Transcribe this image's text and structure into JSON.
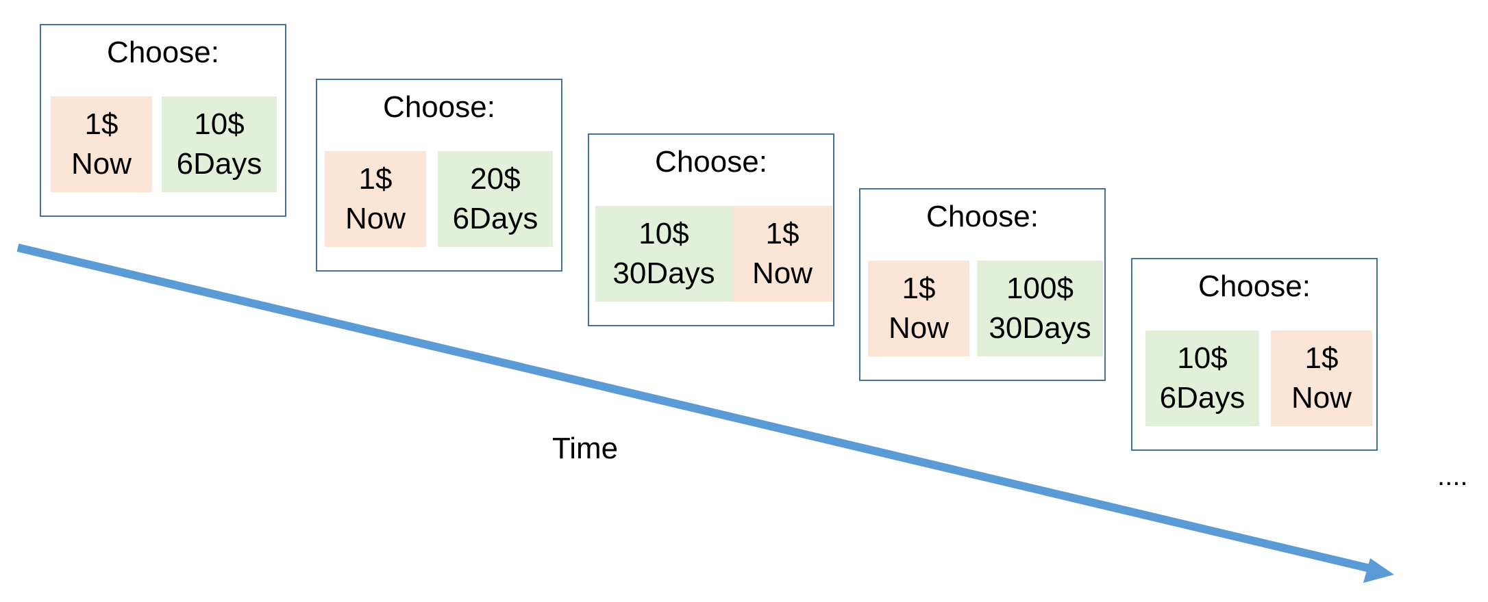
{
  "diagram": {
    "arrow_color": "#5b9bd5",
    "card_border_color": "#41719c",
    "now_option_color": "#fbe5d6",
    "later_option_color": "#e2f0d9",
    "time_label": "Time",
    "continuation": "....",
    "cards": [
      {
        "title": "Choose:",
        "options": [
          {
            "kind": "now",
            "amount": "1$",
            "delay": "Now"
          },
          {
            "kind": "later",
            "amount": "10$",
            "delay": "6Days"
          }
        ]
      },
      {
        "title": "Choose:",
        "options": [
          {
            "kind": "now",
            "amount": "1$",
            "delay": "Now"
          },
          {
            "kind": "later",
            "amount": "20$",
            "delay": "6Days"
          }
        ]
      },
      {
        "title": "Choose:",
        "options": [
          {
            "kind": "later",
            "amount": "10$",
            "delay": "30Days"
          },
          {
            "kind": "now",
            "amount": "1$",
            "delay": "Now"
          }
        ]
      },
      {
        "title": "Choose:",
        "options": [
          {
            "kind": "now",
            "amount": "1$",
            "delay": "Now"
          },
          {
            "kind": "later",
            "amount": "100$",
            "delay": "30Days"
          }
        ]
      },
      {
        "title": "Choose:",
        "options": [
          {
            "kind": "later",
            "amount": "10$",
            "delay": "6Days"
          },
          {
            "kind": "now",
            "amount": "1$",
            "delay": "Now"
          }
        ]
      }
    ]
  }
}
